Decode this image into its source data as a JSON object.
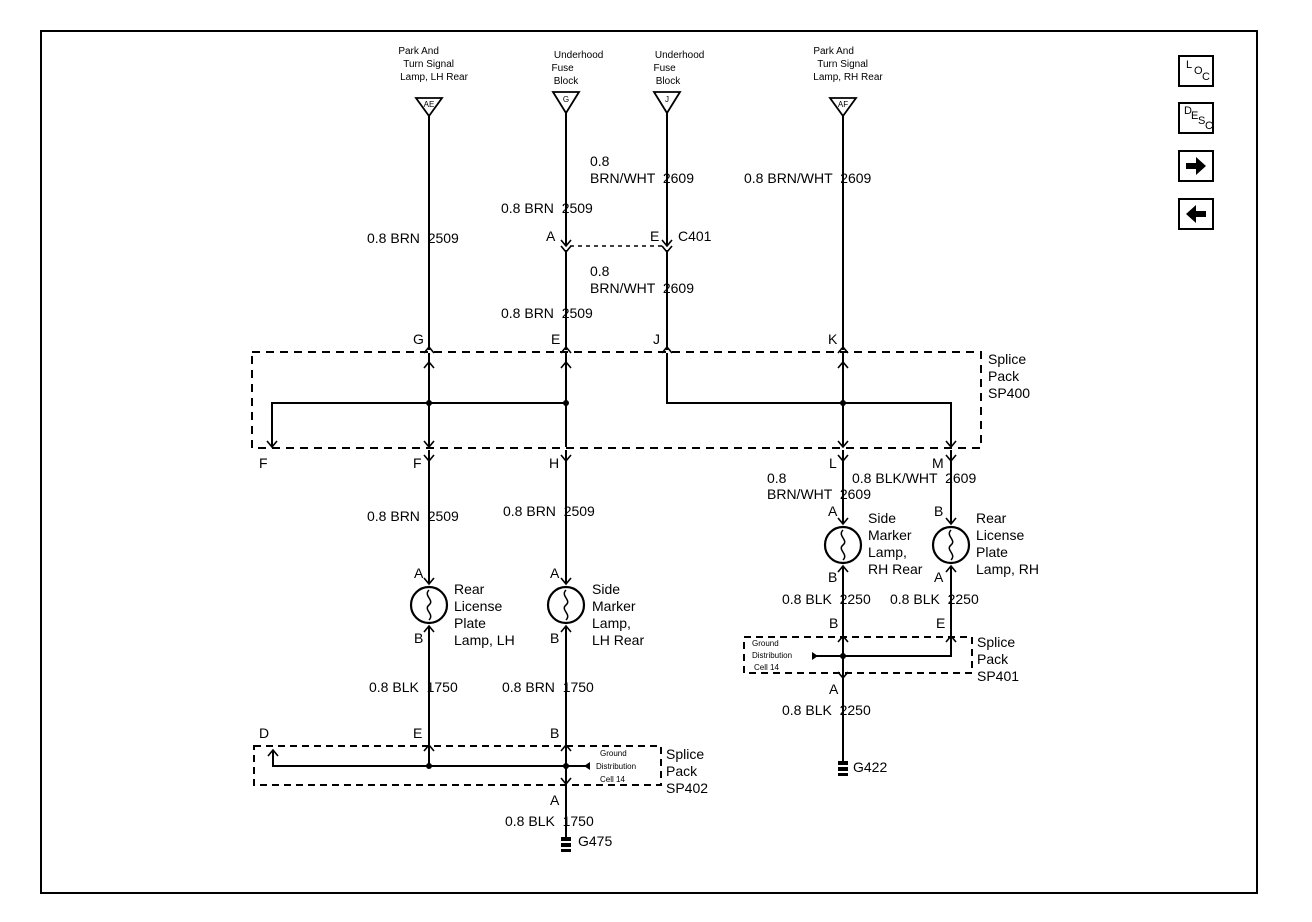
{
  "sources": {
    "park_lh": "Park And|Turn Signal|Lamp, LH Rear",
    "fuse_g": "Underhood|Fuse|Block",
    "fuse_j": "Underhood|Fuse|Block",
    "park_rh": "Park And|Turn Signal|Lamp, RH Rear",
    "tri_ae": "AE",
    "tri_g": "G",
    "tri_j": "J",
    "tri_af": "AF"
  },
  "wires": {
    "w_lh_top": "0.8 BRN  2509",
    "w_g_top": "0.8 BRN  2509",
    "w_j_top_1": "0.8",
    "w_j_top_2": "BRN/WHT  2609",
    "w_rh_top": "0.8 BRN/WHT  2609",
    "w_g_mid": "0.8 BRN  2509",
    "w_j_mid_1": "0.8",
    "w_j_mid_2": "BRN/WHT  2609",
    "w_lh_bot": "0.8 BRN  2509",
    "w_g_bot": "0.8 BRN  2509",
    "w_l_bot_1": "0.8",
    "w_l_bot_2": "BRN/WHT  2609",
    "w_m_bot": "0.8 BLK/WHT  2609",
    "w_lic_lh_gnd": "0.8 BLK  1750",
    "w_side_lh_gnd": "0.8 BRN  1750",
    "w_side_rh_gnd": "0.8 BLK  2250",
    "w_lic_rh_gnd": "0.8 BLK  2250",
    "w_sp401_out": "0.8 BLK  2250",
    "w_sp402_out": "0.8 BLK  1750"
  },
  "connector": {
    "name": "C401",
    "pin_a": "A",
    "pin_e": "E"
  },
  "splice_packs": {
    "sp400": "Splice|Pack|SP400",
    "sp401": "Splice|Pack|SP401",
    "sp402": "Splice|Pack|SP402",
    "gnd_dist_401": "Ground|Distribution|Cell 14",
    "gnd_dist_402": "Ground|Distribution|Cell 14"
  },
  "pins": {
    "sp400_g": "G",
    "sp400_e": "E",
    "sp400_j": "J",
    "sp400_k": "K",
    "sp400_f1": "F",
    "sp400_f2": "F",
    "sp400_h": "H",
    "sp400_l": "L",
    "sp400_m": "M",
    "lamp1_a": "A",
    "lamp1_b": "B",
    "lamp2_a": "A",
    "lamp2_b": "B",
    "lamp3_a": "A",
    "lamp3_b": "B",
    "lamp4_b": "B",
    "lamp4_a": "A",
    "sp401_b": "B",
    "sp401_e": "E",
    "sp401_a": "A",
    "sp402_d": "D",
    "sp402_e": "E",
    "sp402_b": "B",
    "sp402_a": "A"
  },
  "lamps": {
    "lic_lh": "Rear|License|Plate|Lamp, LH",
    "side_lh": "Side|Marker|Lamp,|LH Rear",
    "side_rh": "Side|Marker|Lamp,|RH Rear",
    "lic_rh": "Rear|License|Plate|Lamp, RH"
  },
  "grounds": {
    "g422": "G422",
    "g475": "G475"
  },
  "nav": {
    "loc_1": "L",
    "loc_2": "O",
    "loc_3": "C",
    "desc_1": "D",
    "desc_2": "E",
    "desc_3": "S",
    "desc_4": "C",
    "next_icon": "arrow-right-icon",
    "prev_icon": "arrow-left-icon"
  }
}
